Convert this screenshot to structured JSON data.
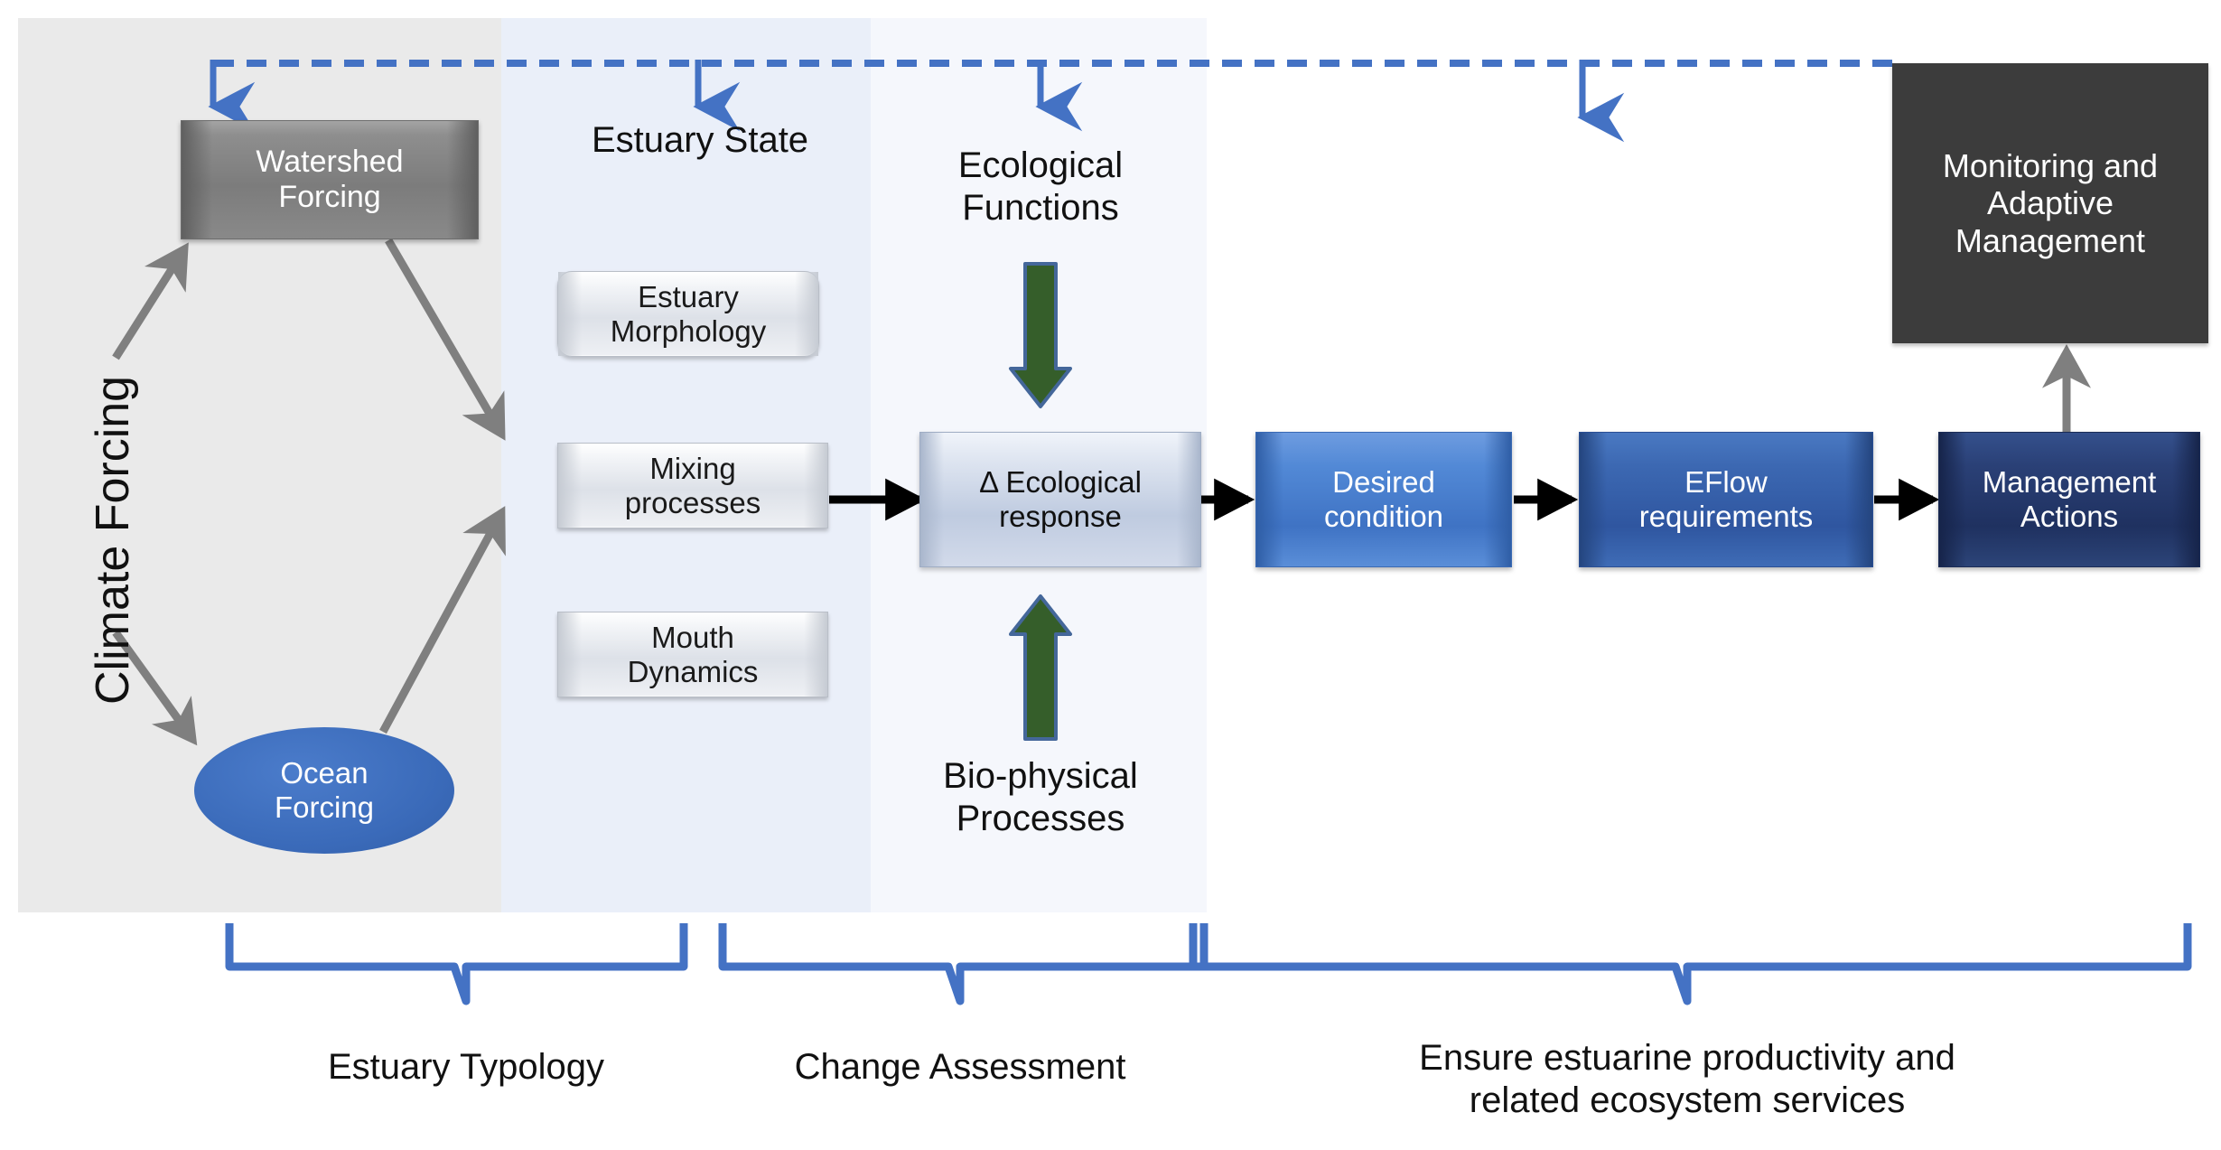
{
  "diagram": {
    "title": "Estuary eflow conceptual framework",
    "colors": {
      "column_gray": "#eaeaea",
      "column_blue_1": "#eaeff9",
      "column_blue_2": "#f5f7fc",
      "feedback_blue": "#4472c4",
      "green_arrow": "#355E2A",
      "black_arrow": "#000000",
      "gray_arrow": "#808080",
      "bracket_blue": "#4472c4",
      "ocean_blue": "#3a6ab9",
      "monitoring_dark": "#3c3c3c"
    },
    "columns": [
      {
        "name": "climate-column",
        "fill": "#eaeaea"
      },
      {
        "name": "estuary-state-column",
        "fill": "#eaeff9"
      },
      {
        "name": "ecological-column",
        "fill": "#f5f7fc"
      }
    ],
    "nodes": {
      "climate_forcing": "Climate Forcing",
      "watershed_forcing": "Watershed\nForcing",
      "ocean_forcing": "Ocean\nForcing",
      "estuary_state": "Estuary State",
      "estuary_morphology": "Estuary\nMorphology",
      "mixing_processes": "Mixing\nprocesses",
      "mouth_dynamics": "Mouth\nDynamics",
      "ecological_functions": "Ecological\nFunctions",
      "eco_response": "Δ Ecological\nresponse",
      "bio_physical_processes": "Bio-physical\nProcesses",
      "desired_condition": "Desired\ncondition",
      "eflow_requirements": "EFlow\nrequirements",
      "management_actions": "Management\nActions",
      "monitoring": "Monitoring and\nAdaptive\nManagement"
    },
    "brackets": [
      {
        "name": "estuary-typology",
        "label": "Estuary Typology"
      },
      {
        "name": "change-assessment",
        "label": "Change Assessment"
      },
      {
        "name": "ecosystem-services",
        "label": "Ensure estuarine productivity  and\nrelated ecosystem services"
      }
    ],
    "bracket_labels": {
      "estuary_typology": "Estuary Typology",
      "change_assessment": "Change Assessment",
      "ecosystem_services_line1": "Ensure estuarine productivity  and",
      "ecosystem_services_line2": "related ecosystem services"
    },
    "edges": [
      {
        "from": "climate_forcing",
        "to": "watershed_forcing",
        "style": "solid-gray"
      },
      {
        "from": "climate_forcing",
        "to": "ocean_forcing",
        "style": "solid-gray"
      },
      {
        "from": "watershed_forcing",
        "to": "estuary_state",
        "style": "solid-gray"
      },
      {
        "from": "ocean_forcing",
        "to": "estuary_state",
        "style": "solid-gray"
      },
      {
        "from": "mixing_processes",
        "to": "eco_response",
        "style": "solid-black"
      },
      {
        "from": "ecological_functions",
        "to": "eco_response",
        "style": "solid-green"
      },
      {
        "from": "bio_physical_processes",
        "to": "eco_response",
        "style": "solid-green"
      },
      {
        "from": "eco_response",
        "to": "desired_condition",
        "style": "solid-black"
      },
      {
        "from": "desired_condition",
        "to": "eflow_requirements",
        "style": "solid-black"
      },
      {
        "from": "eflow_requirements",
        "to": "management_actions",
        "style": "solid-black"
      },
      {
        "from": "management_actions",
        "to": "monitoring",
        "style": "solid-gray"
      },
      {
        "from": "monitoring",
        "to": "feedback-bus",
        "style": "dashed-blue"
      }
    ]
  }
}
